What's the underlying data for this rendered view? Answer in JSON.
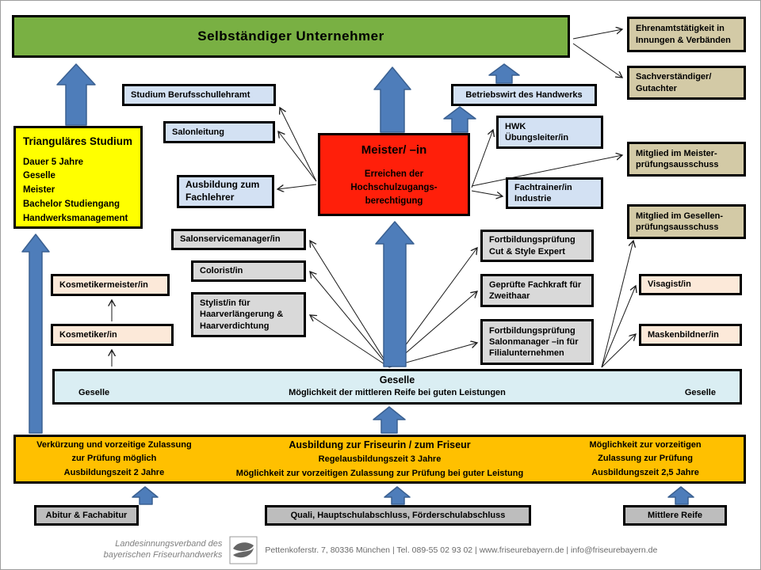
{
  "colors": {
    "green": "#79B043",
    "red": "#FF1F0A",
    "yellow": "#FFFF00",
    "tan": "#D3CAA6",
    "light_blue": "#D3E1F3",
    "gray_box": "#D9D9D9",
    "peach": "#FCE9D9",
    "band_blue": "#DAEEF3",
    "orange": "#FFC000",
    "bottom_gray": "#BDBDBD",
    "arrow_blue": "#4E7DBA"
  },
  "nodes": {
    "unternehmer": {
      "label": "Selbständiger  Unternehmer"
    },
    "ehrenamt": {
      "label": "Ehrenamtstätigkeit in\nInnungen & Verbänden"
    },
    "sachverstaendiger": {
      "label": "Sachverständiger/\nGutachter"
    },
    "studium_lehramt": {
      "label": "Studium Berufsschullehramt"
    },
    "salonleitung": {
      "label": "Salonleitung"
    },
    "betriebswirt": {
      "label": "Betriebswirt des Handwerks"
    },
    "hwk": {
      "label": "HWK\nÜbungsleiter/in"
    },
    "fachtrainer": {
      "label": "Fachtrainer/in\nIndustrie"
    },
    "fachlehrer": {
      "label": "Ausbildung zum\nFachlehrer"
    },
    "triangulaeres": {
      "title": "Trianguläres Studium",
      "body": "Dauer 5 Jahre\nGeselle\nMeister\nBachelor  Studiengang\nHandwerksmanagement"
    },
    "meister": {
      "title": "Meister/ –in",
      "body": "Erreichen der\nHochschulzugangs-\nberechtigung"
    },
    "mitglied_meister": {
      "label": "Mitglied im Meister-\nprüfungsausschuss"
    },
    "mitglied_gesellen": {
      "label": "Mitglied im Gesellen-\nprüfungsausschuss"
    },
    "salonservicemanager": {
      "label": "Salonservicemanager/in"
    },
    "colorist": {
      "label": "Colorist/in"
    },
    "stylist": {
      "label": "Stylist/in für\nHaarverlängerung  &\nHaarverdichtung"
    },
    "cut_style": {
      "label": "Fortbildungsprüfung\nCut & Style Expert"
    },
    "zweithaar": {
      "label": "Geprüfte Fachkraft für\nZweithaar"
    },
    "salonmanager": {
      "label": "Fortbildungsprüfung\nSalonmanager  –in für\nFilialunternehmen"
    },
    "kosmetikermeister": {
      "label": "Kosmetikermeister/in"
    },
    "kosmetiker": {
      "label": "Kosmetiker/in"
    },
    "visagist": {
      "label": "Visagist/in"
    },
    "maskenbildner": {
      "label": "Maskenbildner/in"
    },
    "geselle_band": {
      "title": "Geselle",
      "left": "Geselle",
      "center": "Möglichkeit  der mittleren  Reife bei guten Leistungen",
      "right": "Geselle"
    },
    "ausbildung_band": {
      "left": "Verkürzung und vorzeitige Zulassung\nzur Prüfung möglich\nAusbildungszeit  2 Jahre",
      "center_title": "Ausbildung zur Friseurin / zum Friseur",
      "center_body": "Regelausbildungszeit  3 Jahre\nMöglichkeit  zur vorzeitigen Zulassung  zur Prüfung bei guter Leistung",
      "right": "Möglichkeit  zur vorzeitigen\nZulassung  zur Prüfung\nAusbildungszeit  2,5 Jahre"
    },
    "abitur": {
      "label": "Abitur & Fachabitur"
    },
    "quali": {
      "label": "Quali, Hauptschulabschluss,  Förderschulabschluss"
    },
    "mittlere_reife": {
      "label": "Mittlere Reife"
    }
  },
  "footer": {
    "org": "Landesinnungsverband des\nbayerischen Friseurhandwerks",
    "logo_icon": "friseure-wave-logo",
    "address": "Pettenkoferstr. 7, 80336 München  |  Tel. 089-55 02 93 02  |  www.friseurebayern.de  |  info@friseurebayern.de"
  }
}
